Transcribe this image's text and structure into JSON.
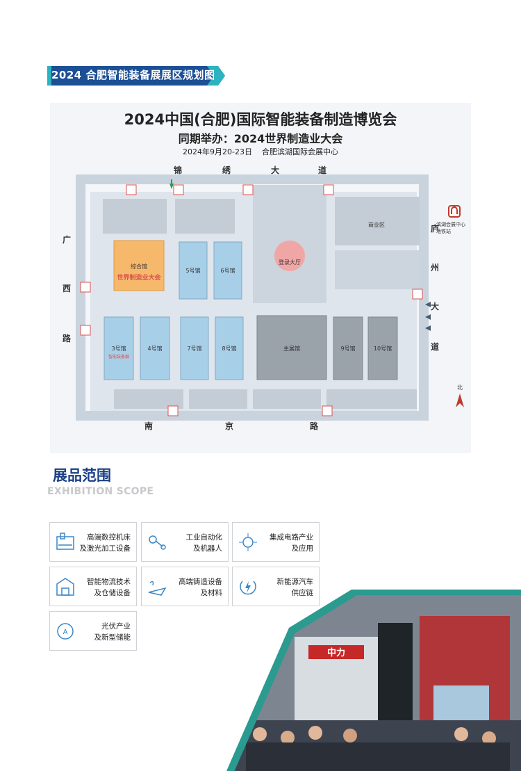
{
  "banner": {
    "title": "2024 合肥智能装备展展区规划图"
  },
  "map": {
    "title": "2024中国(合肥)国际智能装备制造博览会",
    "subtitle": "同期举办：2024世界制造业大会",
    "date": "2024年9月20-23日",
    "venue": "合肥滨湖国际会展中心",
    "roads": {
      "north": [
        "锦",
        "绣",
        "大",
        "道"
      ],
      "west": [
        "广",
        "西",
        "路"
      ],
      "east": [
        "庐",
        "州",
        "大",
        "道"
      ],
      "south": [
        "南",
        "京",
        "路"
      ]
    },
    "halls": {
      "comprehensive": "综合馆",
      "wmc": "世界制造业大会",
      "h5": "5号馆",
      "h6": "6号馆",
      "h3": "3号馆",
      "h3_note": "智能装备展",
      "h4": "4号馆",
      "h7": "7号馆",
      "h8": "8号馆",
      "main": "主展馆",
      "h9": "9号馆",
      "h10": "10号馆",
      "registration": "登录大厅",
      "commercial": "商业区"
    },
    "metro": {
      "line1": "滨湖会展中心",
      "line2": "地铁站"
    },
    "north_label": "北",
    "colors": {
      "hall_blue": "#a8cfe8",
      "hall_grey": "#9aa2aa",
      "highlight": "#f6b86a",
      "red": "#d9534f",
      "road": "#c9d3dd"
    }
  },
  "scope": {
    "title": "展品范围",
    "subtitle": "EXHIBITION SCOPE",
    "items": [
      {
        "line1": "高端数控机床",
        "line2": "及激光加工设备",
        "icon": "cnc-machine-icon"
      },
      {
        "line1": "工业自动化",
        "line2": "及机器人",
        "icon": "robot-arm-icon"
      },
      {
        "line1": "集成电路产业",
        "line2": "及应用",
        "icon": "chip-icon"
      },
      {
        "line1": "智能物流技术",
        "line2": "及仓储设备",
        "icon": "warehouse-icon"
      },
      {
        "line1": "高端铸造设备",
        "line2": "及材料",
        "icon": "casting-icon"
      },
      {
        "line1": "新能源汽车",
        "line2": "供应链",
        "icon": "ev-charge-icon"
      },
      {
        "line1": "光伏产业",
        "line2": "及新型储能",
        "icon": "solar-icon"
      }
    ]
  },
  "photo": {
    "brand_sign": "中力",
    "alt": ""
  }
}
